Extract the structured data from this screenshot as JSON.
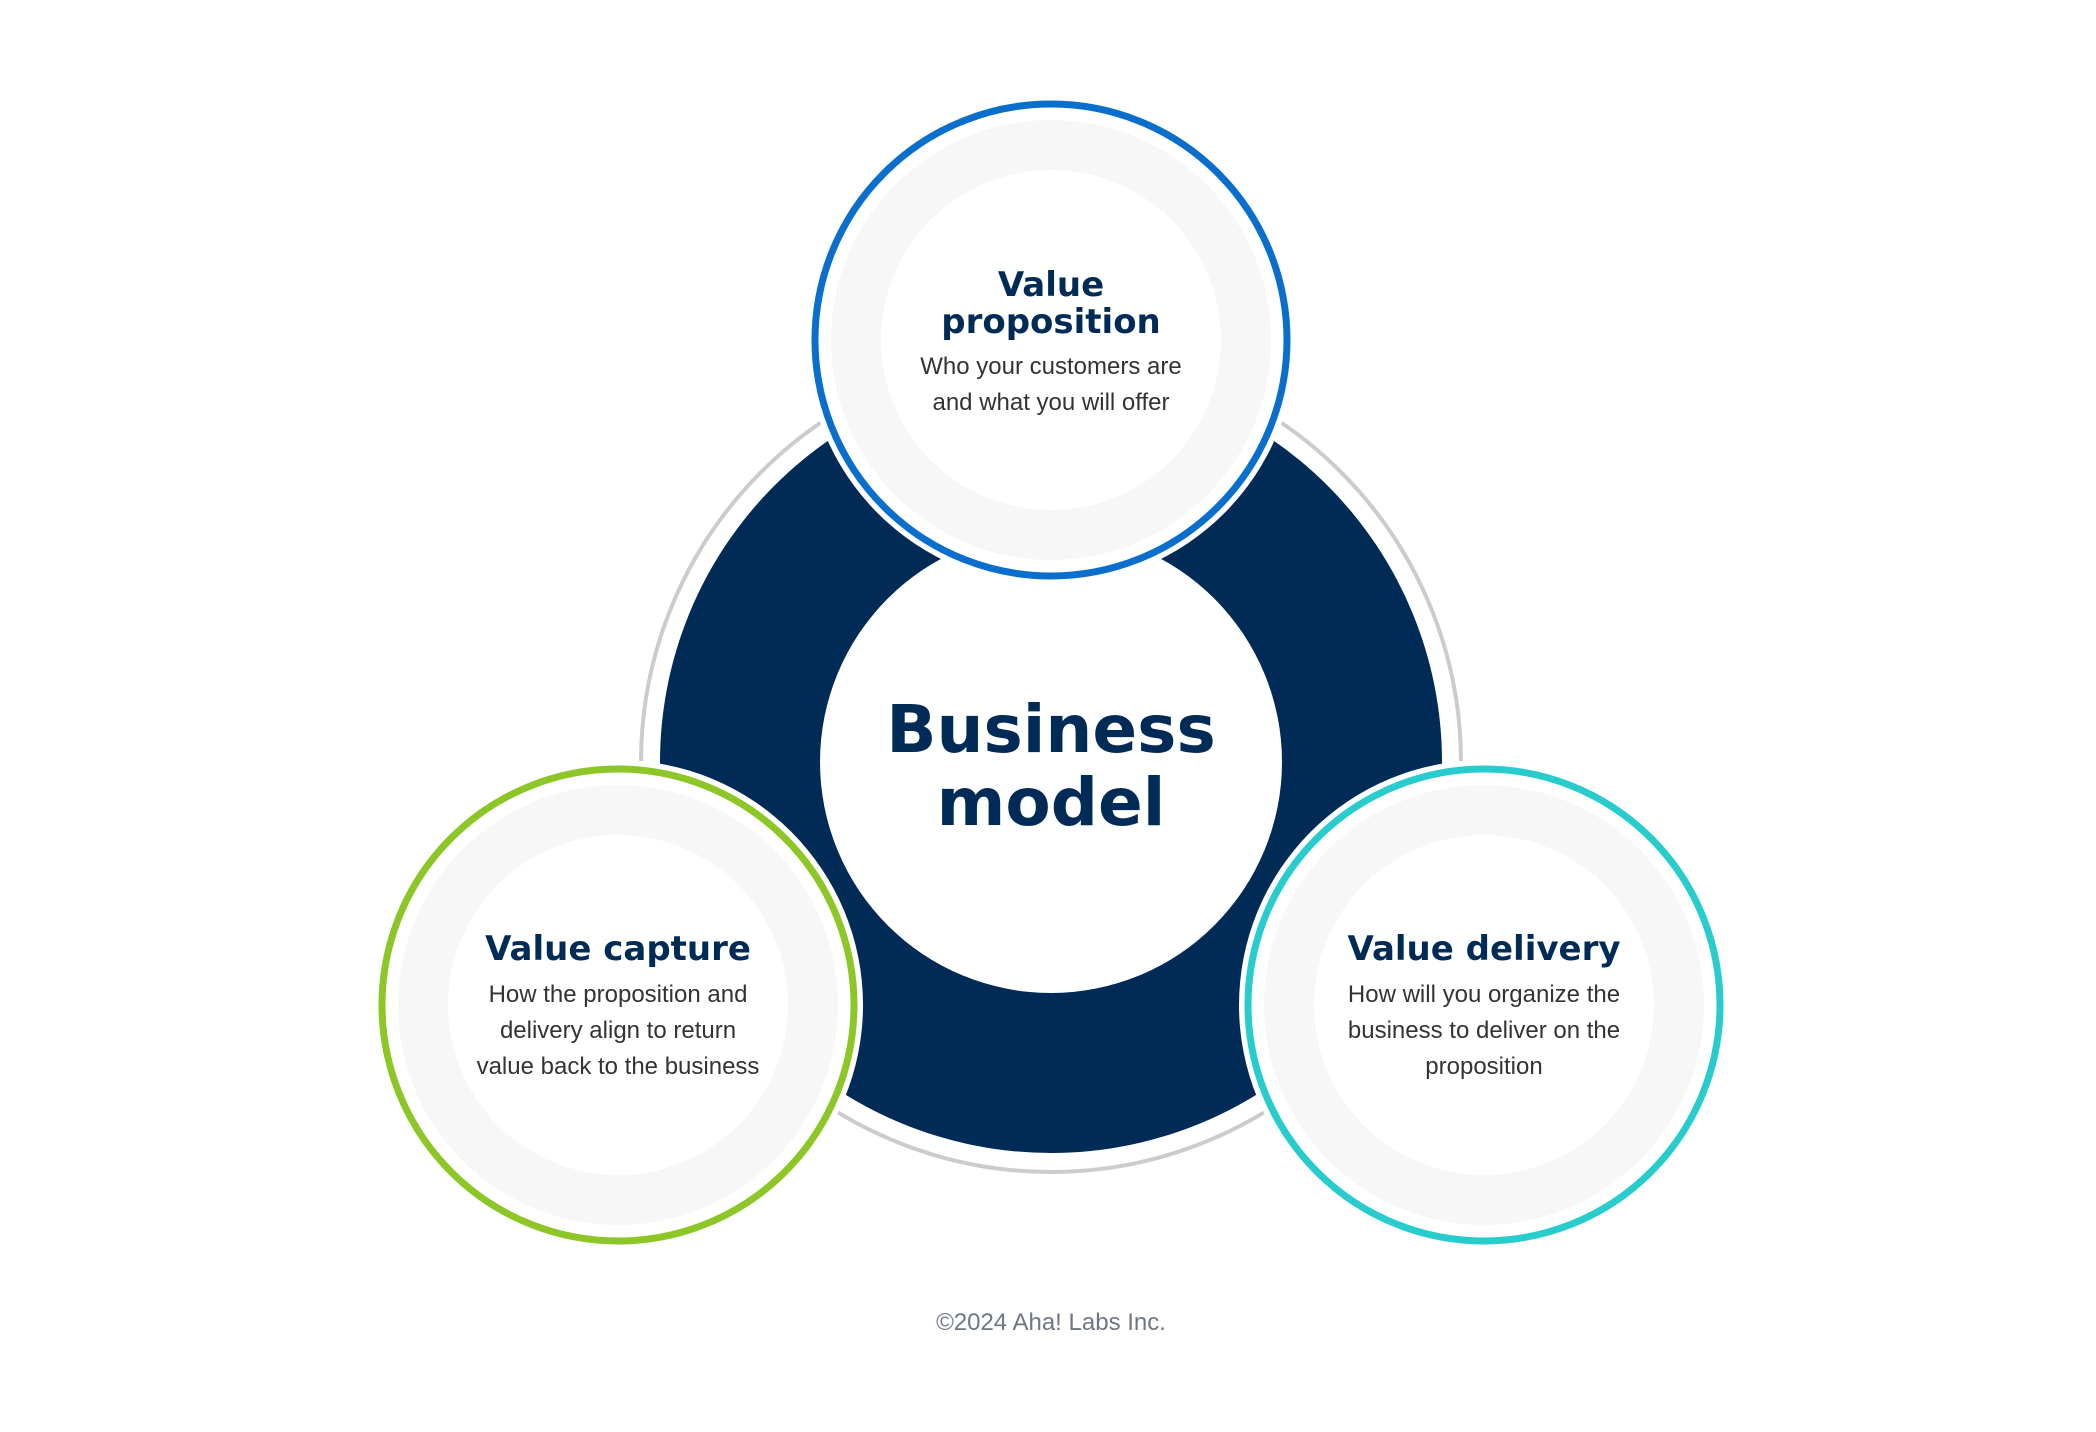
{
  "center": {
    "title_line1": "Business",
    "title_line2": "model"
  },
  "nodes": [
    {
      "id": "value-proposition",
      "title_lines": [
        "Value",
        "proposition"
      ],
      "desc_lines": [
        "Who your customers are",
        "and what you will offer"
      ]
    },
    {
      "id": "value-capture",
      "title_lines": [
        "Value capture"
      ],
      "desc_lines": [
        "How the proposition and",
        "delivery align to return",
        "value back to the business"
      ]
    },
    {
      "id": "value-delivery",
      "title_lines": [
        "Value delivery"
      ],
      "desc_lines": [
        "How will you organize the",
        "business to deliver on the",
        "proposition"
      ]
    }
  ],
  "footer": {
    "copyright": "©2024 Aha! Labs Inc."
  },
  "colors": {
    "navy": "#002b56",
    "ring_gray": "#cccccc",
    "inner_fill": "#f7f7f7",
    "proposition_ring": "#0a6fcc",
    "capture_ring": "#8dc627",
    "delivery_ring": "#29cccc",
    "desc_text": "#333333",
    "footer_text": "#6f7782"
  }
}
